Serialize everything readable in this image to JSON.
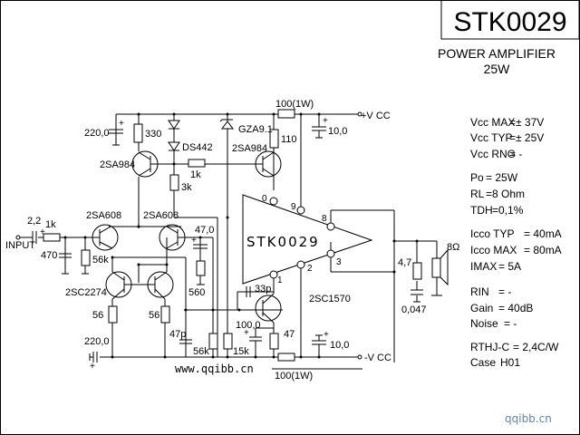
{
  "header": {
    "part_number": "STK0029",
    "subtitle": "POWER AMPLIFIER",
    "power": "25W"
  },
  "specs": [
    {
      "label": "Vcc MAX",
      "value": "=± 37V"
    },
    {
      "label": "Vcc TYP",
      "value": "=± 25V"
    },
    {
      "label": "Vcc RNG",
      "value": "=   -"
    },
    {
      "label": "Po",
      "value": "= 25W"
    },
    {
      "label": "RL",
      "value": "=8 Ohm"
    },
    {
      "label": "TDH",
      "value": "=0,1%"
    },
    {
      "label": "Icco TYP",
      "value": "= 40mA"
    },
    {
      "label": "Icco MAX",
      "value": "= 80mA"
    },
    {
      "label": "IMAX",
      "value": "=    5A"
    },
    {
      "label": "RIN",
      "value": "= -"
    },
    {
      "label": "Gain",
      "value": "= 40dB"
    },
    {
      "label": "Noise",
      "value": "= -"
    },
    {
      "label": "RTHJ-C",
      "value": "= 2,4C/W"
    },
    {
      "label": "Case",
      "value": "H01"
    }
  ],
  "schematic": {
    "ic_label": "STK0029",
    "pins": [
      "0",
      "9",
      "8",
      "1",
      "2",
      "3"
    ],
    "supply_pos": "+V CC",
    "supply_neg": "-V CC",
    "input_label": "INPUT",
    "speaker_label": "8Ω",
    "components": {
      "c_in": "2,2",
      "r_in": "1k",
      "c_470": "470",
      "r_56k_in": "56k",
      "c_220_top": "220,0",
      "r_330": "330",
      "q_2sa984_left": "2SA984",
      "d_ds442": "DS442",
      "r_1k_bias": "1k",
      "r_3k": "3k",
      "z_gza": "GZA9.1",
      "q_2sa984_right": "2SA984",
      "r_110": "110",
      "r_100_top": "100(1W)",
      "c_10_top": "10,0",
      "q_2sa608_a": "2SA608",
      "q_2sa608_b": "2SA608",
      "c_47": "47,0",
      "r_560": "560",
      "q_2sc2274": "2SC2274",
      "r_56_a": "56",
      "r_56_b": "56",
      "c_47p": "47p",
      "r_56k_fb": "56k",
      "r_15k": "15k",
      "c_100": "100,0",
      "c_33p": "33p",
      "q_2sc1570": "2SC1570",
      "r_47": "47",
      "c_10_bot": "10,0",
      "r_100_bot": "100(1W)",
      "c_220_bot": "220,0",
      "r_4_7": "4,7",
      "c_0_047": "0,047"
    }
  },
  "watermarks": {
    "center": "www.qqibb.cn",
    "corner": "qqibb.cn"
  },
  "colors": {
    "ink": "#000000",
    "watermark_corner": "#5b86b4"
  }
}
